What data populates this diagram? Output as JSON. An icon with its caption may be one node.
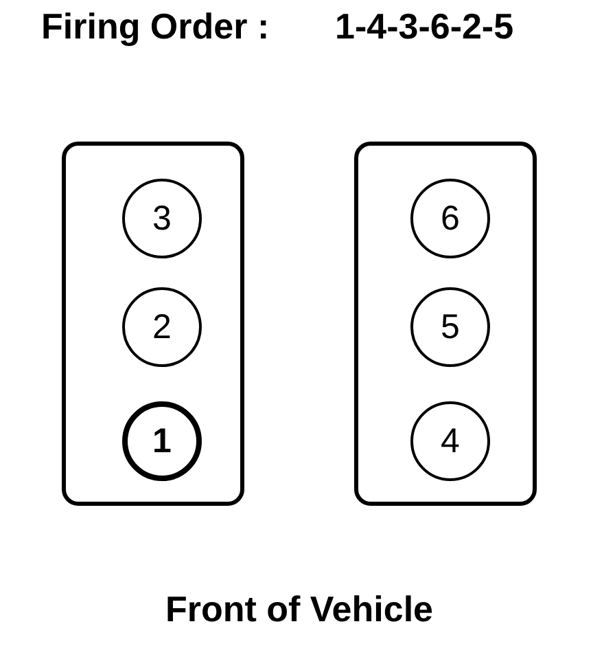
{
  "diagram": {
    "title": "Firing Order :",
    "nodes": [
      {
        "text": [],
        "shape": "box"
      },
      {
        "text": [
          "3"
        ],
        "in": 0
      },
      {
        "text": [
          "2"
        ],
        "in": 0
      },
      {
        "text": [
          "1"
        ],
        "in": 0
      },
      {
        "text": [],
        "shape": "box"
      },
      {
        "text": [
          "6"
        ],
        "in": 4
      },
      {
        "text": [
          "5"
        ],
        "in": 4
      },
      {
        "text": [
          "4"
        ],
        "in": 4
      }
    ],
    "edges": [],
    "labels": [
      "1-4-3-6-2-5",
      "Front of Vehicle"
    ]
  }
}
